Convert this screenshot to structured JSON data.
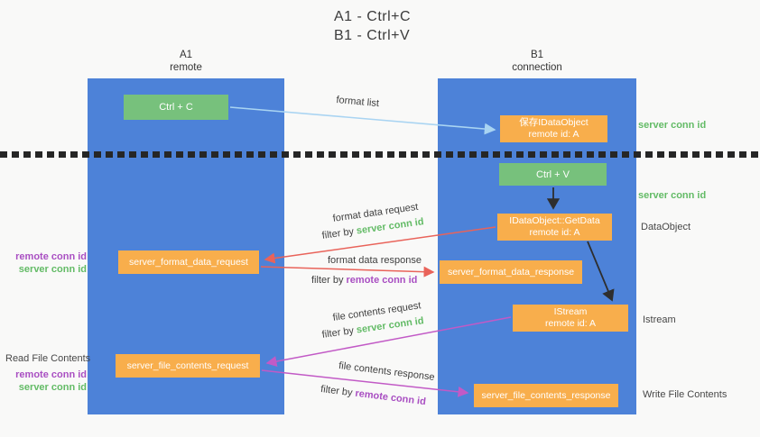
{
  "title": {
    "line1": "A1 - Ctrl+C",
    "line2": "B1 - Ctrl+V"
  },
  "columns": {
    "left": {
      "header_line1": "A1",
      "header_line2": "remote"
    },
    "right": {
      "header_line1": "B1",
      "header_line2": "connection"
    }
  },
  "nodes": {
    "ctrl_c": "Ctrl + C",
    "ctrl_v": "Ctrl + V",
    "save_dataobject": {
      "line1": "保存IDataObject",
      "line2": "remote id: A"
    },
    "getdata": {
      "line1": "IDataObject::GetData",
      "line2": "remote id: A"
    },
    "istream": {
      "line1": "IStream",
      "line2": "remote id: A"
    },
    "format_request": "server_format_data_request",
    "format_response": "server_format_data_response",
    "file_request": "server_file_contents_request",
    "file_response": "server_file_contents_response"
  },
  "side_labels": {
    "server_conn_id_top": "server conn id",
    "server_conn_id_mid": "server conn id",
    "dataobject": "DataObject",
    "istream": "Istream",
    "write_file": "Write File Contents",
    "read_file": "Read File Contents",
    "left1_remote": "remote conn id",
    "left1_server": "server conn id",
    "left2_remote": "remote conn id",
    "left2_server": "server conn id"
  },
  "arrow_labels": {
    "format_list": "format list",
    "format_data_request": "format data request",
    "filter_by_1": "filter by ",
    "filter_val_1": "server conn id",
    "format_data_response": "format data response",
    "filter_by_2": "filter by ",
    "filter_val_2": "remote conn id",
    "file_contents_request": "file contents request",
    "filter_by_3": "filter by ",
    "filter_val_3": "server conn id",
    "file_contents_response": "file contents response",
    "filter_by_4": "filter by ",
    "filter_val_4": "remote conn id"
  },
  "colors": {
    "column_blue": "#4d82d8",
    "box_green": "#77c17c",
    "box_orange": "#f8ae4c",
    "text_green": "#63bb66",
    "text_purple": "#a94fc2",
    "arrow_lightblue": "#a9d4f2",
    "arrow_red": "#e9635a",
    "arrow_magenta": "#c25ac6",
    "arrow_black": "#2e2e2e"
  }
}
